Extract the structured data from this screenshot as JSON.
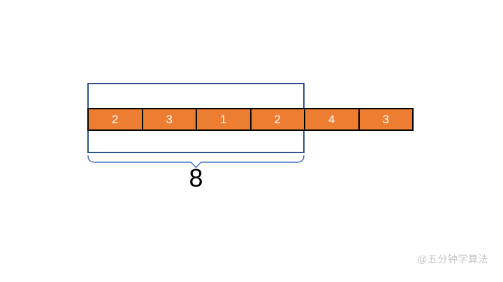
{
  "diagram": {
    "array_cells": [
      "2",
      "3",
      "1",
      "2",
      "4",
      "3"
    ],
    "window_sum": "8",
    "watermark": "@五分钟学算法"
  },
  "colors": {
    "background": "#FFFFFF",
    "cell_fill": "#ED7D31",
    "cell_border": "#000000",
    "cell_text": "#FFFFFF",
    "window_border": "#305288",
    "brace_stroke": "#4472C4",
    "sum_text": "#000000",
    "watermark_text": "#C6C6C6"
  }
}
